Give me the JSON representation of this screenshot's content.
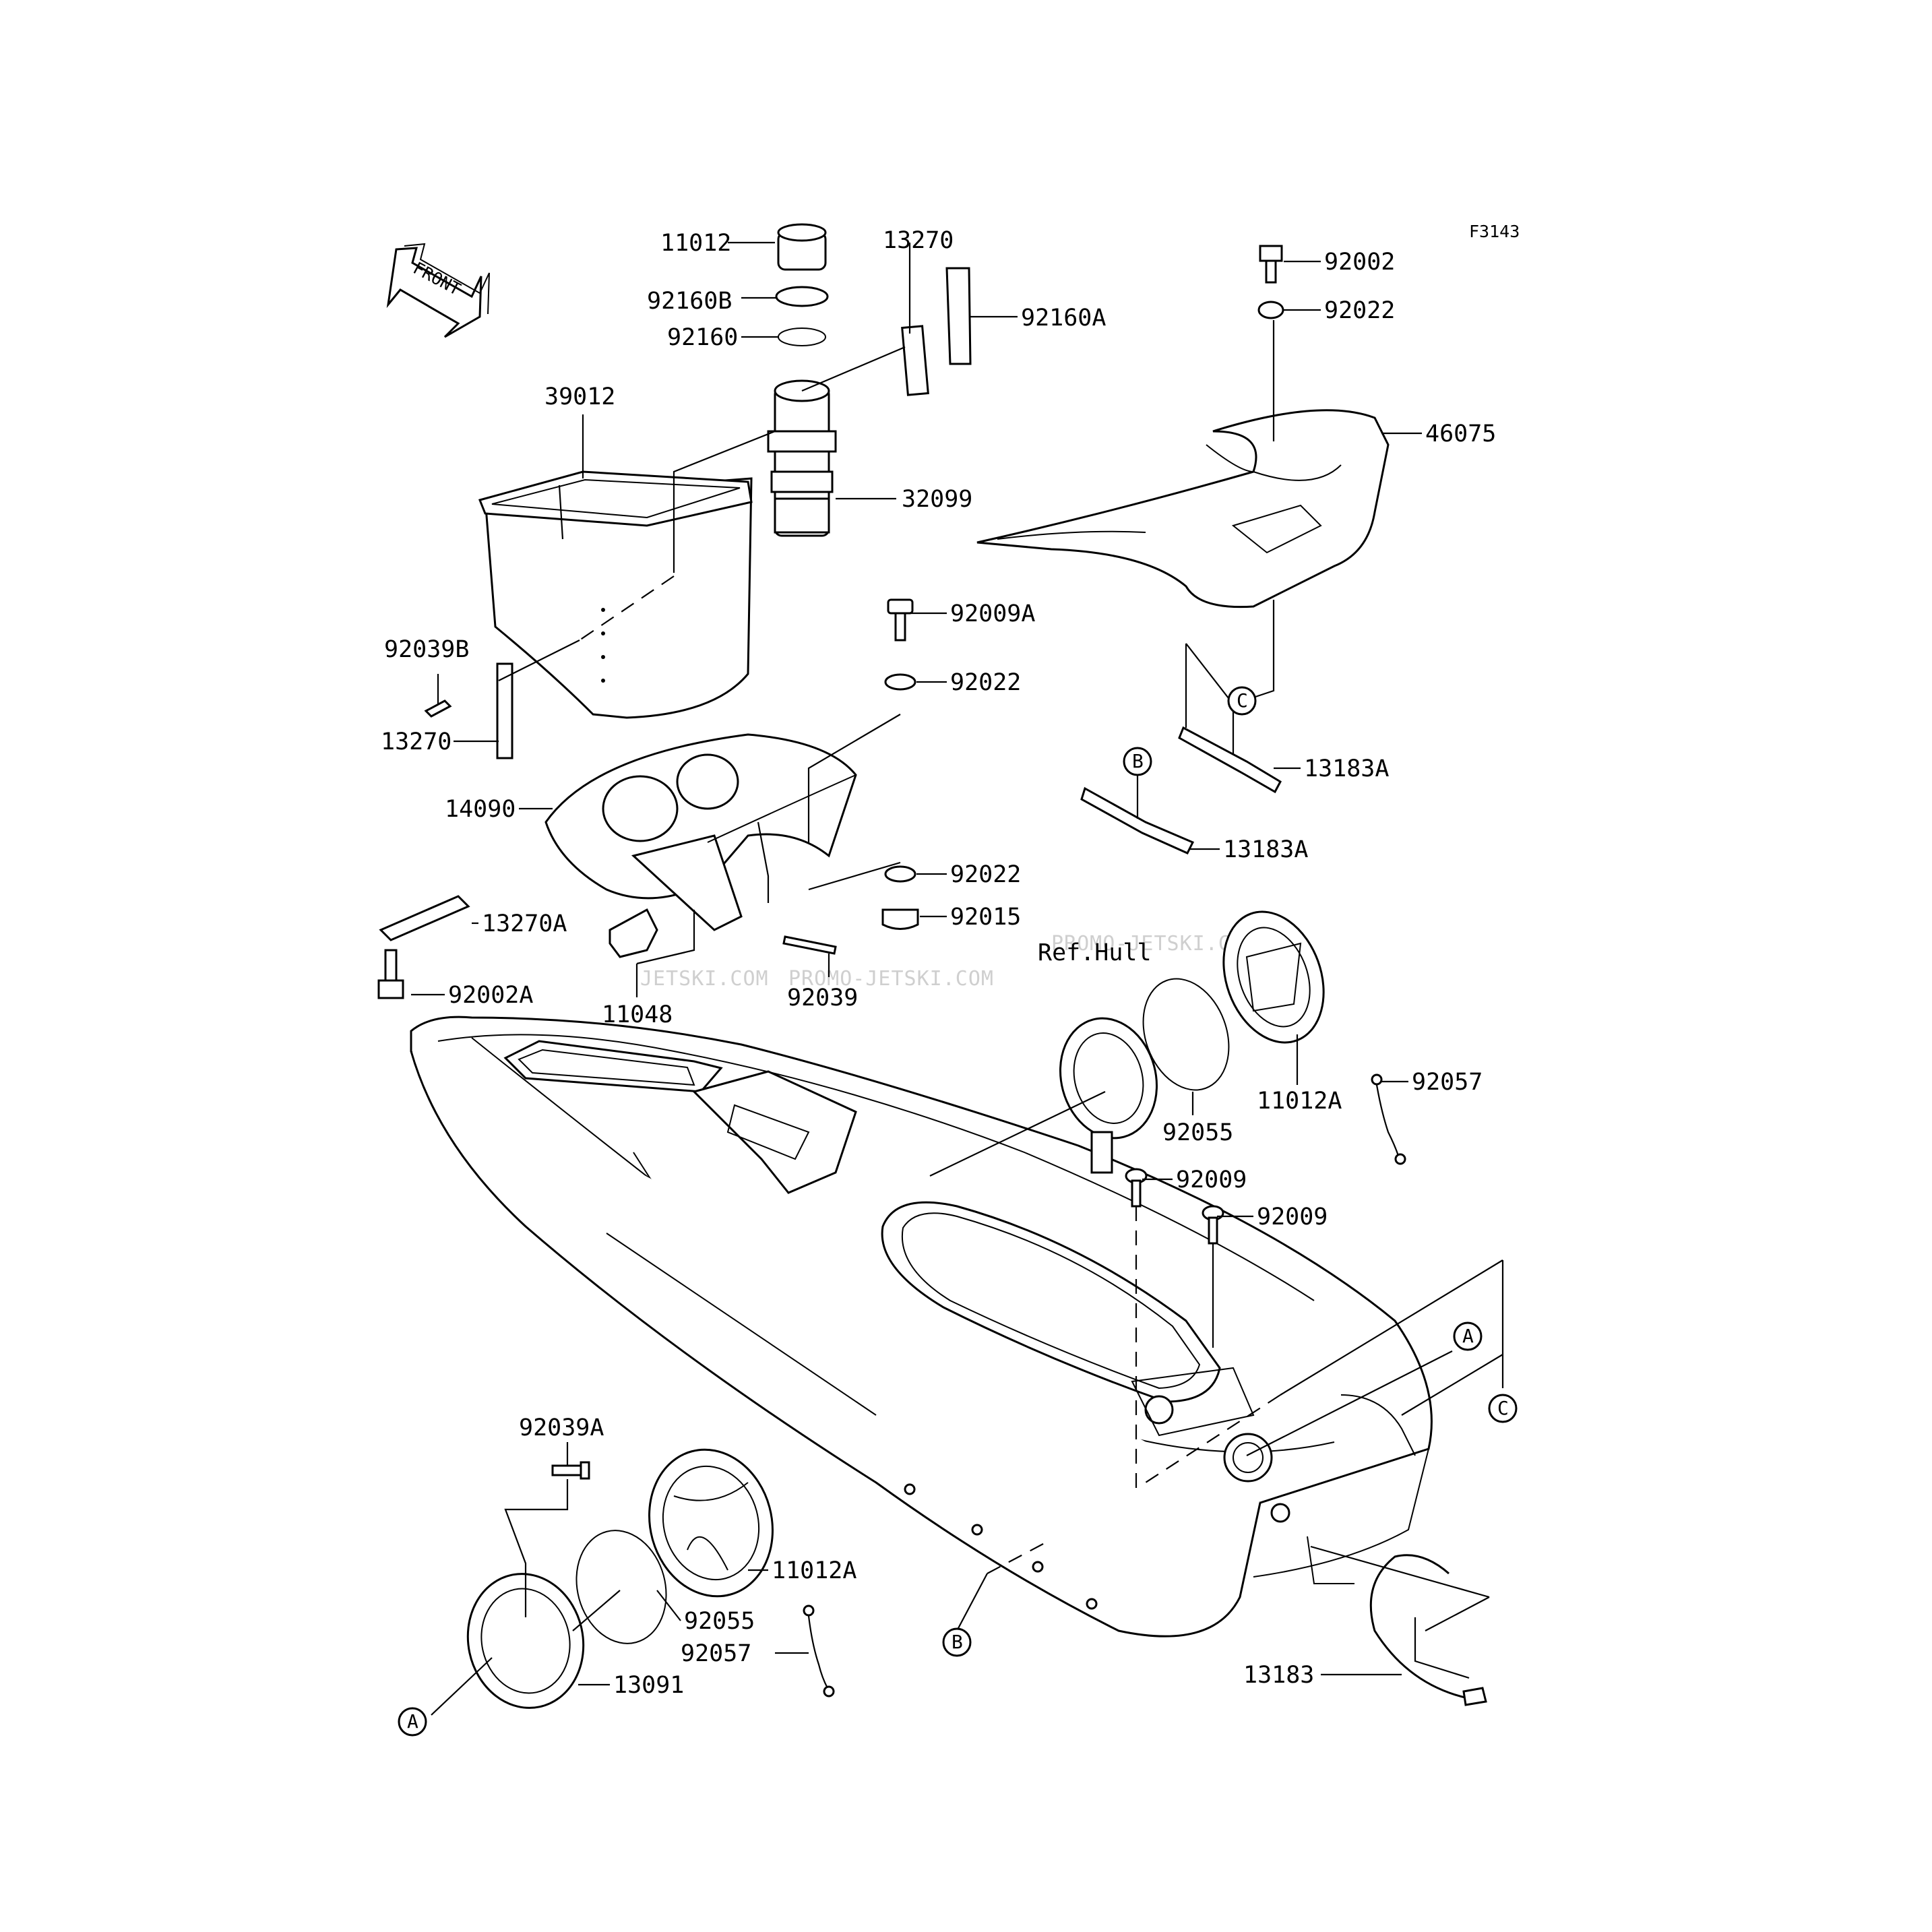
{
  "figure_code": "F3143",
  "front_label": "FRONT",
  "ref_note": "Ref.Hull",
  "watermarks": [
    "JETSKI.COM",
    "PROMO-JETSKI.COM",
    "PROMO-JETSKI.COM"
  ],
  "callouts": [
    "A",
    "B",
    "C",
    "A",
    "B",
    "C"
  ],
  "parts": {
    "p11012": "11012",
    "p92160B": "92160B",
    "p92160": "92160",
    "p13270_top": "13270",
    "p92160A": "92160A",
    "p39012": "39012",
    "p32099": "32099",
    "p92039B": "92039B",
    "p13270_left": "13270",
    "p14090": "14090",
    "p13270A": "13270A",
    "p92002A": "92002A",
    "p11048": "11048",
    "p92039": "92039",
    "p92009A": "92009A",
    "p92022_mid": "92022",
    "p92022_low": "92022",
    "p92015": "92015",
    "p92002": "92002",
    "p92022_top": "92022",
    "p46075": "46075",
    "p13183A_upper": "13183A",
    "p13183A_lower": "13183A",
    "p11012A_right": "11012A",
    "p92055_right": "92055",
    "p92057_right": "92057",
    "p92009_a": "92009",
    "p92009_b": "92009",
    "p92039A": "92039A",
    "p11012A_left": "11012A",
    "p92055_left": "92055",
    "p92057_left": "92057",
    "p13091": "13091",
    "p13183": "13183"
  }
}
